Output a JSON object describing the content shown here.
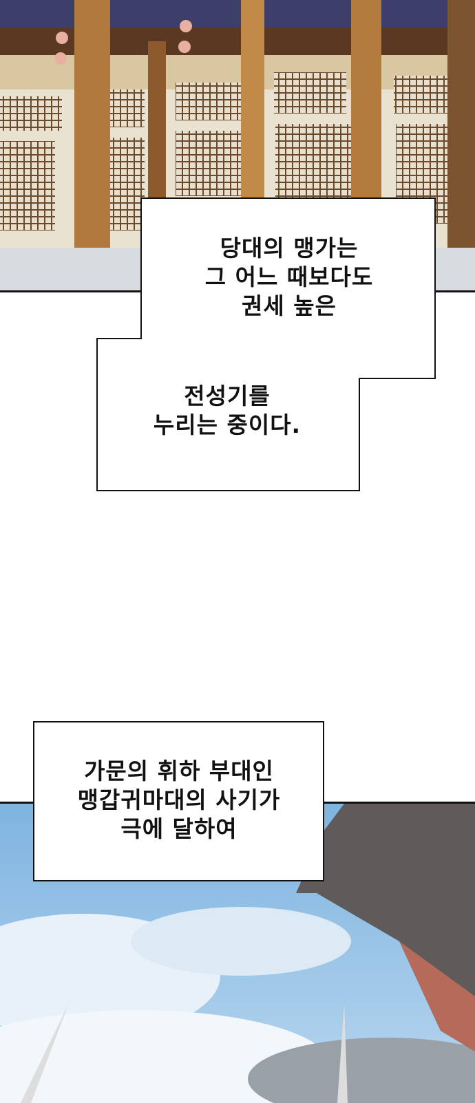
{
  "captions": [
    {
      "lines": [
        "당대의 맹가는",
        "그 어느 때보다도",
        "권세 높은"
      ]
    },
    {
      "lines": [
        "전성기를",
        "누리는 중이다."
      ]
    },
    {
      "lines": [
        "가문의 휘하 부대인",
        "맹갑귀마대의 사기가",
        "극에 달하여"
      ]
    }
  ],
  "colors": {
    "sky": "#8fc0e6",
    "wood": "#7a4a24",
    "gold": "#c9a25a",
    "border": "#111111"
  }
}
